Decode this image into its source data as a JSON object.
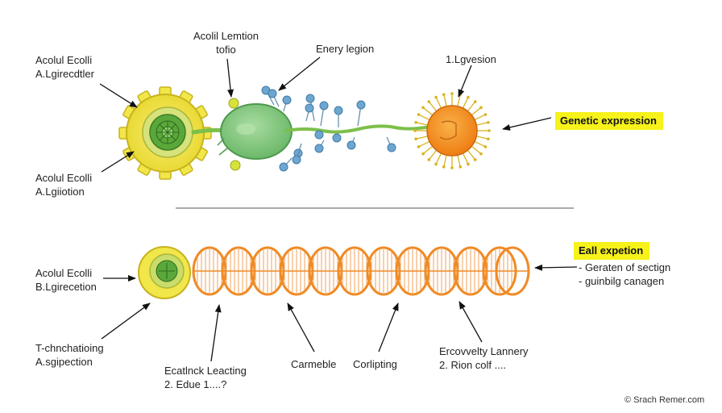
{
  "top": {
    "label_gear_top": [
      "Acolul Ecolli",
      "A.Lgirecdtler"
    ],
    "label_gear_bottom": [
      "Acolul Ecolli",
      "A.Lgiiotion"
    ],
    "label_acolil": [
      "Acolil Lemtion",
      "tofio"
    ],
    "label_energy": "Enery legion",
    "label_lgvesion": "1.Lgvesion",
    "genetic_expression": "Genetic expression"
  },
  "bottom": {
    "label_cell_top": [
      "Acolul Ecolli",
      "B.Lgirecetion"
    ],
    "label_cell_bottom": [
      "T-chnchatioing",
      "A.sgipection"
    ],
    "label_ecatlnck": [
      "Ecatlnck Leacting",
      "2. Edue 1....?"
    ],
    "label_carmeble": "Carmeble",
    "label_corlipting": "Corlipting",
    "label_ercovvelty": [
      "Ercovvelty Lannery",
      "2. Rion colf ...."
    ],
    "eall_expetion": "Eall expetion",
    "right_list": [
      "- Geraten of sectign",
      "- guinbilg canagen"
    ]
  },
  "copyright": "© Srach Remer.com",
  "colors": {
    "gear_yellow": "#f1e64a",
    "gear_inner": "#c9dd6a",
    "nucleus_green": "#5aa83a",
    "green_cell": "#8fcf8a",
    "strand_green": "#7cbf4a",
    "node_blue": "#6ea6d0",
    "orange_cell": "#f39a2a",
    "orange_spikes": "#d9b21d",
    "helix_orange": "#f08a24",
    "highlight_yellow": "#f6f21a"
  }
}
